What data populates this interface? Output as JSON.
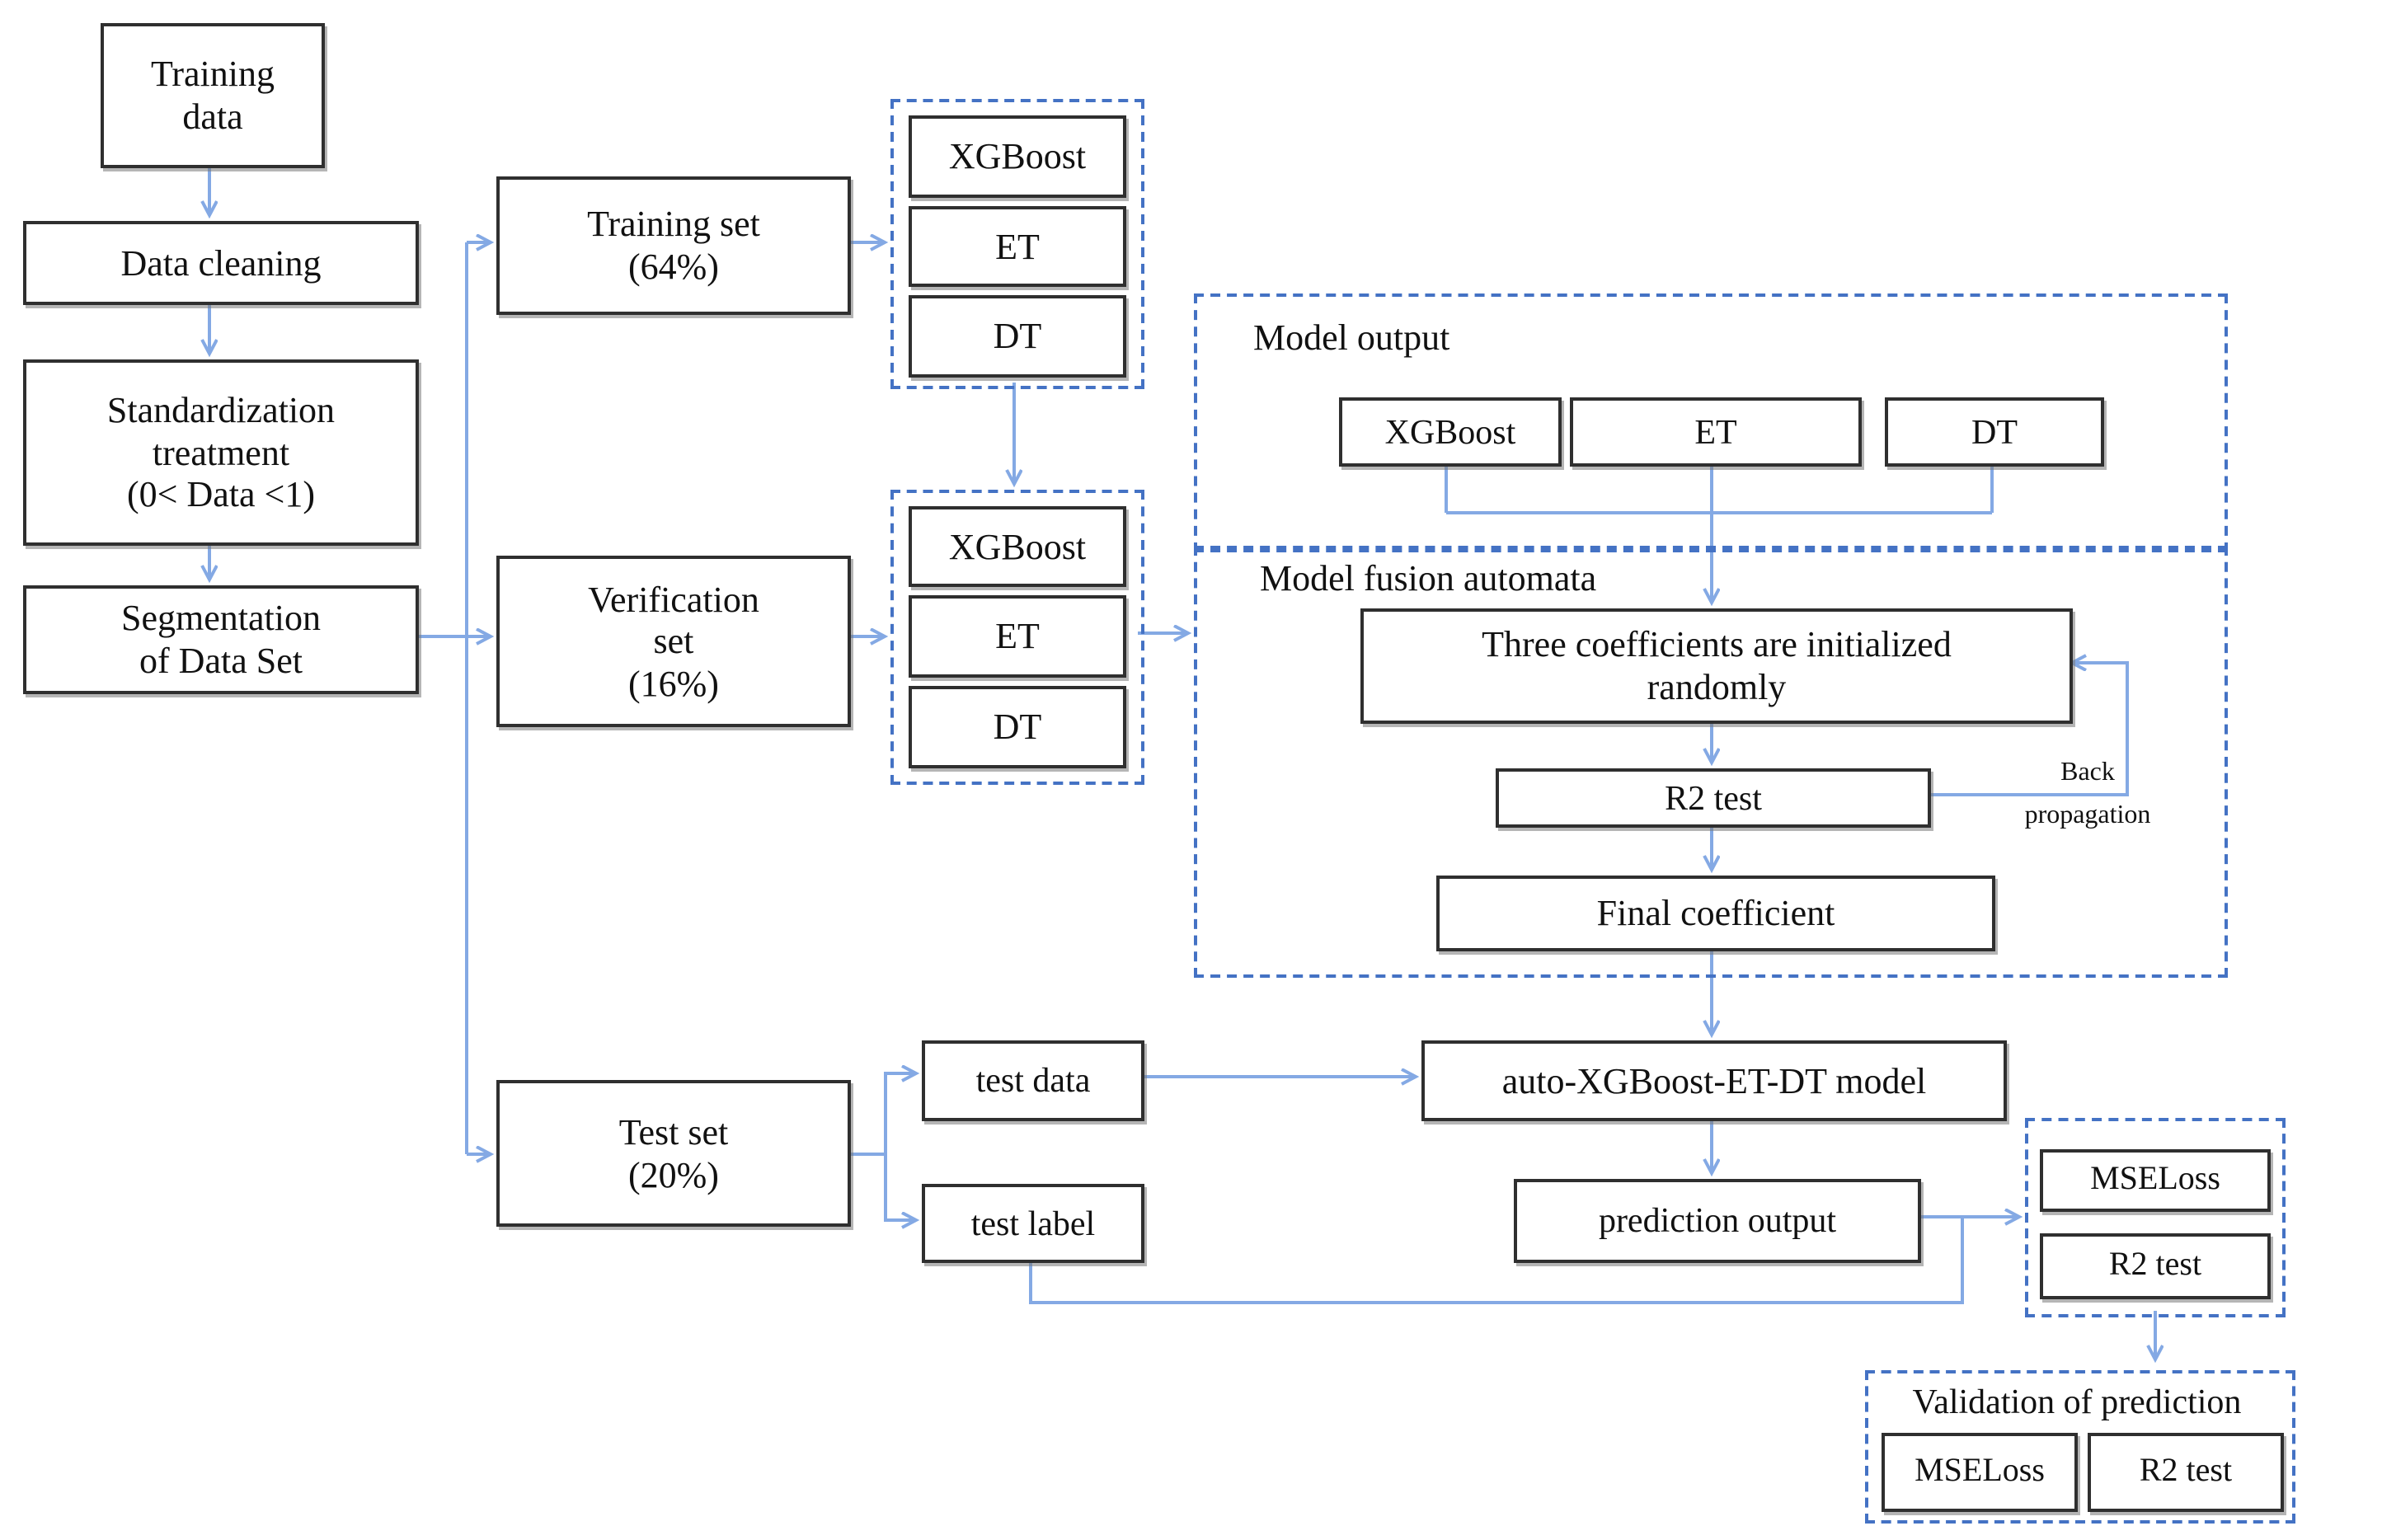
{
  "colors": {
    "arrow_line": "#84a9e4",
    "dashed_border": "#4472c4",
    "box_border": "#2f2f2f",
    "text": "#111111",
    "background": "#ffffff"
  },
  "pipeline": {
    "training_data": {
      "lines": [
        "Training",
        "data"
      ]
    },
    "data_cleaning": {
      "label": "Data cleaning"
    },
    "standardization": {
      "lines": [
        "Standardization",
        "treatment",
        "(0< Data <1)"
      ]
    },
    "segmentation": {
      "lines": [
        "Segmentation",
        "of Data Set"
      ]
    },
    "training_set": {
      "lines": [
        "Training set",
        "(64%)"
      ]
    },
    "verification_set": {
      "lines": [
        "Verification",
        "set",
        "(16%)"
      ]
    },
    "test_set": {
      "lines": [
        "Test set",
        "(20%)"
      ]
    },
    "models_training": {
      "items": [
        "XGBoost",
        "ET",
        "DT"
      ]
    },
    "models_verification": {
      "items": [
        "XGBoost",
        "ET",
        "DT"
      ]
    },
    "model_output": {
      "title": "Model output",
      "items": [
        "XGBoost",
        "ET",
        "DT"
      ]
    },
    "model_fusion": {
      "title": "Model fusion automata",
      "three_coefficients": {
        "lines": [
          "Three coefficients are initialized",
          "randomly"
        ]
      },
      "r2_test": {
        "label": "R2 test"
      },
      "back_propagation": {
        "lines": [
          "Back",
          "propagation"
        ]
      },
      "final_coefficient": {
        "label": "Final coefficient"
      }
    },
    "auto_model": {
      "label": "auto-XGBoost-ET-DT model"
    },
    "test_data": {
      "label": "test data"
    },
    "test_label": {
      "label": "test label"
    },
    "prediction_output": {
      "label": "prediction output"
    },
    "test_metrics": {
      "items": [
        "MSELoss",
        "R2 test"
      ]
    },
    "validation": {
      "title": "Validation of prediction",
      "items": [
        "MSELoss",
        "R2 test"
      ]
    }
  }
}
